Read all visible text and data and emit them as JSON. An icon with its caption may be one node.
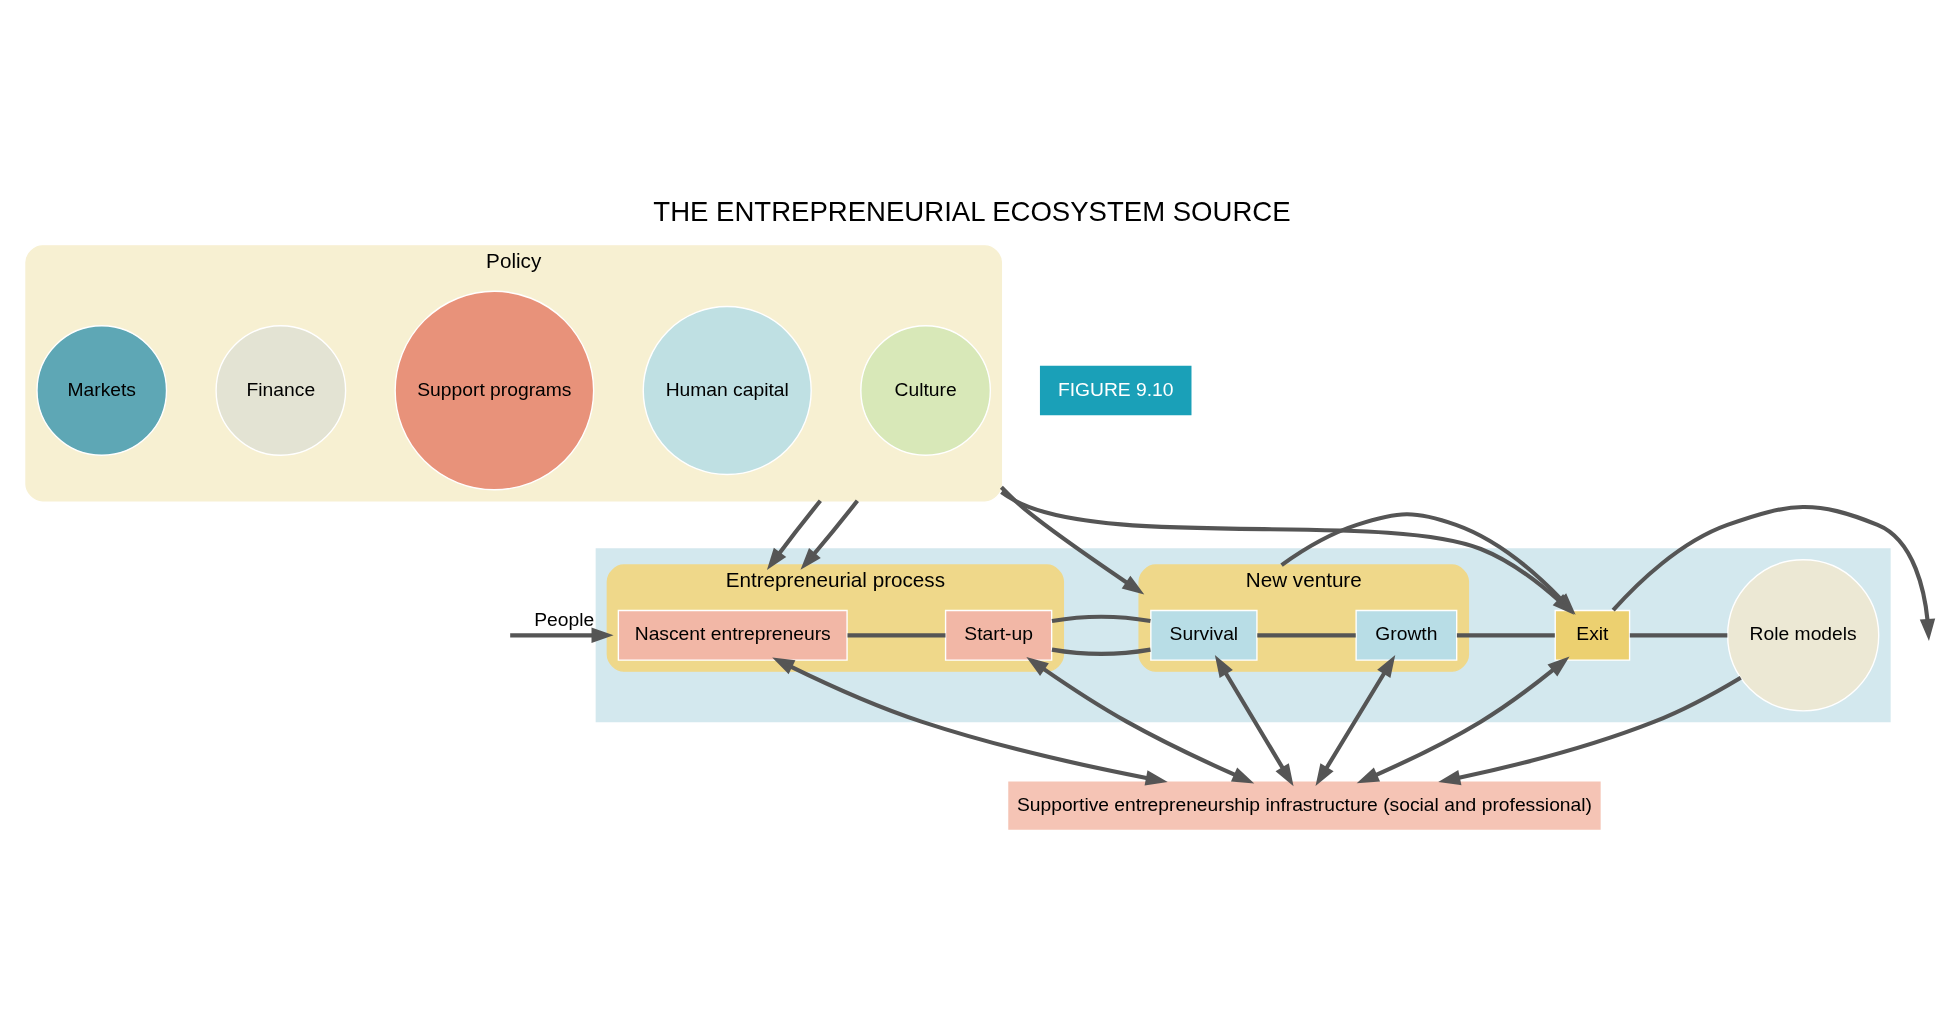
{
  "diagram": {
    "title": "THE ENTREPRENEURIAL ECOSYSTEM SOURCE",
    "nodes": [
      {
        "text": [
          "Policy"
        ]
      },
      {
        "text": [
          "Culture"
        ],
        "in": 0
      },
      {
        "text": [
          "Human capital"
        ],
        "in": 0
      },
      {
        "text": [
          "Support programs"
        ],
        "in": 0
      },
      {
        "text": [
          "Finance"
        ],
        "in": 0
      },
      {
        "text": [
          "Markets"
        ],
        "in": 0
      },
      {
        "text": [],
        "shape": "box"
      },
      {
        "text": [
          "Entrepreneurial process"
        ],
        "in": 6
      },
      {
        "text": [
          "Nascent entrepreneurs"
        ],
        "in": 7
      },
      {
        "text": [
          "Start-up"
        ],
        "in": 7
      },
      {
        "text": [
          "New venture"
        ],
        "in": 6
      },
      {
        "text": [
          "Survival"
        ],
        "in": 10
      },
      {
        "text": [
          "Growth"
        ],
        "in": 10
      },
      {
        "text": [
          "Exit"
        ],
        "in": 6
      },
      {
        "text": [
          "Role models"
        ],
        "in": 6
      },
      {
        "text": [
          "Supportive entrepreneurship infrastructure (social and professional)"
        ]
      }
    ],
    "edges": [
      {
        "from": null,
        "to": 7,
        "arrow": "to",
        "label": "People"
      },
      {
        "from": 0,
        "to": 7,
        "arrow": "to"
      },
      {
        "from": 0,
        "to": 7,
        "arrow": "to"
      },
      {
        "from": 0,
        "to": 10,
        "arrow": "to"
      },
      {
        "from": 0,
        "to": 13,
        "arrow": "to"
      },
      {
        "from": 10,
        "to": 13,
        "arrow": "to"
      },
      {
        "from": 8,
        "to": 9,
        "arrow": "none"
      },
      {
        "from": 9,
        "to": 11,
        "arrow": "none"
      },
      {
        "from": 11,
        "to": 12,
        "arrow": "none"
      },
      {
        "from": 12,
        "to": 13,
        "arrow": "none"
      },
      {
        "from": 13,
        "to": null,
        "arrow": "to"
      },
      {
        "from": 13,
        "to": 14,
        "arrow": "none"
      },
      {
        "from": 8,
        "to": 15,
        "arrow": "both"
      },
      {
        "from": 9,
        "to": 15,
        "arrow": "both"
      },
      {
        "from": 11,
        "to": 15,
        "arrow": "both"
      },
      {
        "from": 12,
        "to": 15,
        "arrow": "both"
      },
      {
        "from": 13,
        "to": 15,
        "arrow": "both"
      },
      {
        "from": 14,
        "to": 15,
        "arrow": "to"
      }
    ],
    "labels": [
      "FIGURE 9.10"
    ]
  }
}
